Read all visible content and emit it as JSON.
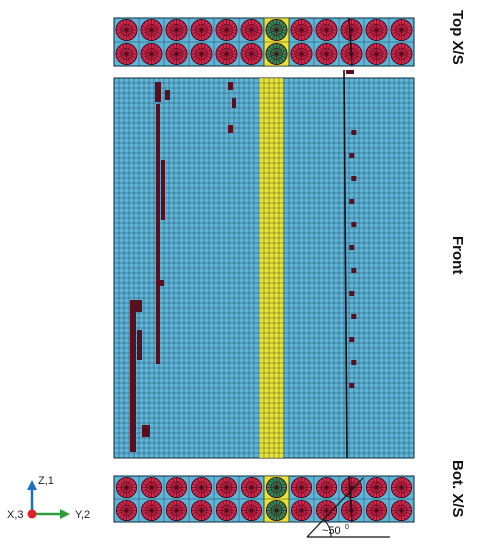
{
  "labels": {
    "top_section": "Top X/S",
    "front_section": "Front",
    "bottom_section": "Bot. X/S",
    "angle": "~50",
    "angle_unit": "0"
  },
  "axes": {
    "z_label": "Z,1",
    "x_label": "X,3",
    "y_label": "Y,2"
  },
  "colors": {
    "background": "#ffffff",
    "mesh_cell": "#5fb4d8",
    "mesh_line": "#0b2a38",
    "fiber": "#d0284c",
    "fiber_line": "#3a0010",
    "special_fiber": "#2e8b57",
    "special_band": "#e8e233",
    "damage": "#5a0f1e",
    "z_axis": "#1f6fbf",
    "y_axis": "#2e9e3a",
    "x_axis_dot": "#e0202a"
  },
  "cross_sections": {
    "columns": 12,
    "rows": 2,
    "special_column": 7
  }
}
